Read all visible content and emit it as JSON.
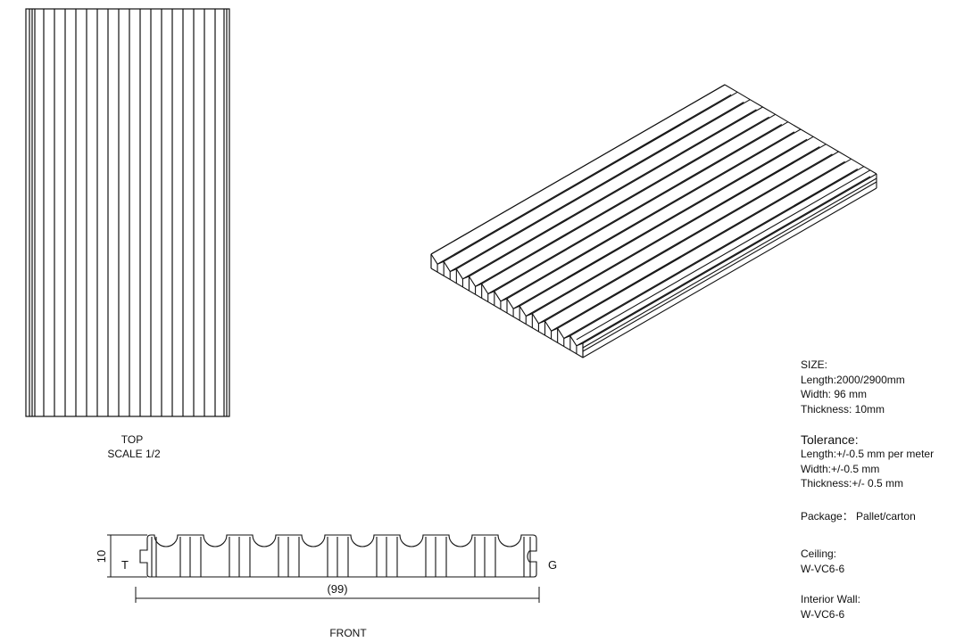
{
  "views": {
    "top": {
      "title": "TOP",
      "scale": "SCALE 1/2"
    },
    "front": {
      "title": "FRONT",
      "thickness_dim": "10",
      "width_dim": "(99)",
      "tongue_mark": "T",
      "groove_mark": "G"
    }
  },
  "specs": {
    "size_heading": "SIZE:",
    "length": "Length:2000/2900mm",
    "width": "Width: 96 mm",
    "thickness": "Thickness: 10mm",
    "tolerance_heading": "Tolerance:",
    "tol_length": "Length:+/-0.5 mm per meter",
    "tol_width": "Width:+/-0.5 mm",
    "tol_thickness": "Thickness:+/- 0.5 mm",
    "package": "Package： Pallet/carton",
    "ceiling_label": "Ceiling:",
    "ceiling_code": "W-VC6-6",
    "interior_label": "Interior  Wall:",
    "interior_code": "W-VC6-6"
  }
}
